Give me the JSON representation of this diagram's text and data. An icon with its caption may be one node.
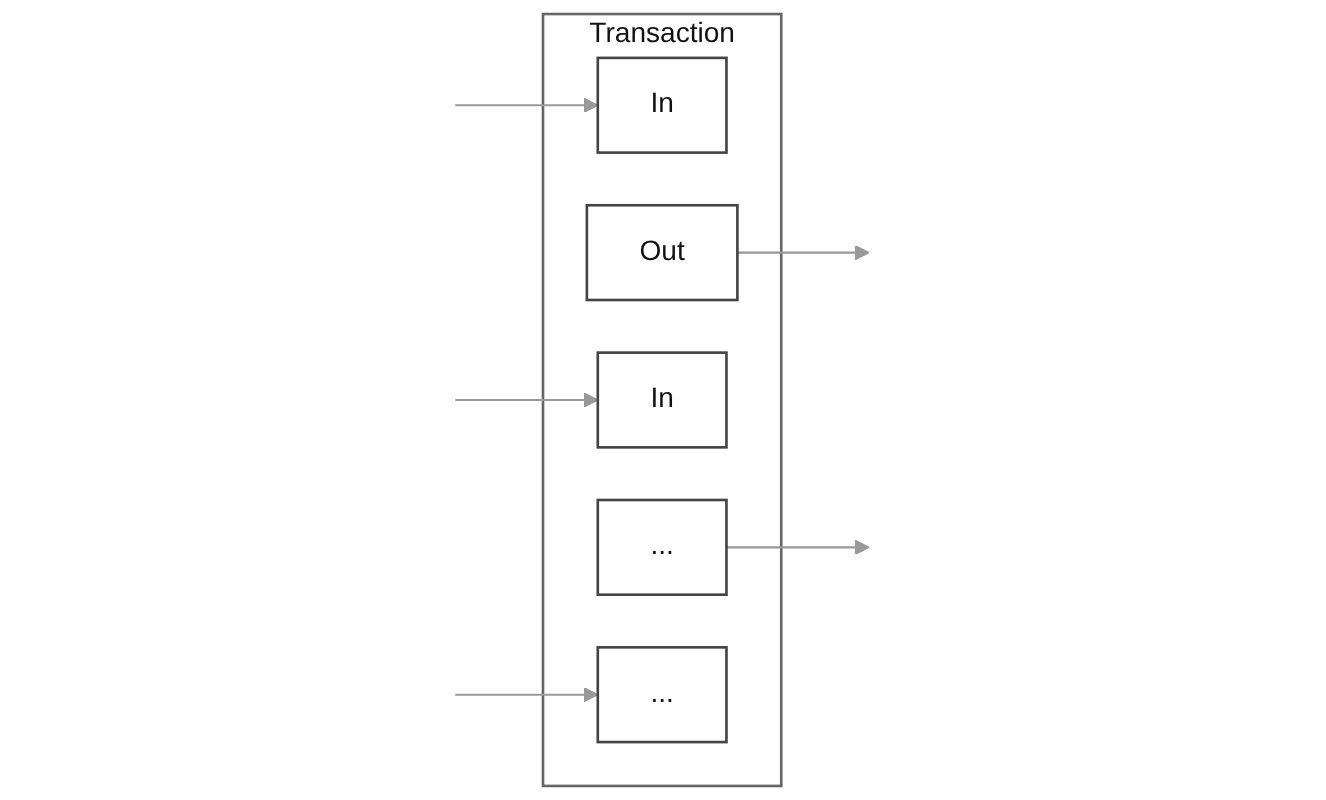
{
  "diagram": {
    "nodes": [
      {
        "text": [
          "Transaction"
        ]
      },
      {
        "text": [
          "In"
        ],
        "in": 0
      },
      {
        "text": [
          "Out"
        ],
        "in": 0
      },
      {
        "text": [
          "In"
        ],
        "in": 0
      },
      {
        "text": [
          "..."
        ],
        "in": 0
      },
      {
        "text": [
          "..."
        ],
        "in": 0
      }
    ],
    "edges": [
      {
        "from": null,
        "to": 1,
        "arrow": "to"
      },
      {
        "from": null,
        "to": 3,
        "arrow": "to"
      },
      {
        "from": null,
        "to": 5,
        "arrow": "to"
      },
      {
        "from": 2,
        "to": null,
        "arrow": "to"
      },
      {
        "from": 4,
        "to": null,
        "arrow": "to"
      }
    ]
  }
}
